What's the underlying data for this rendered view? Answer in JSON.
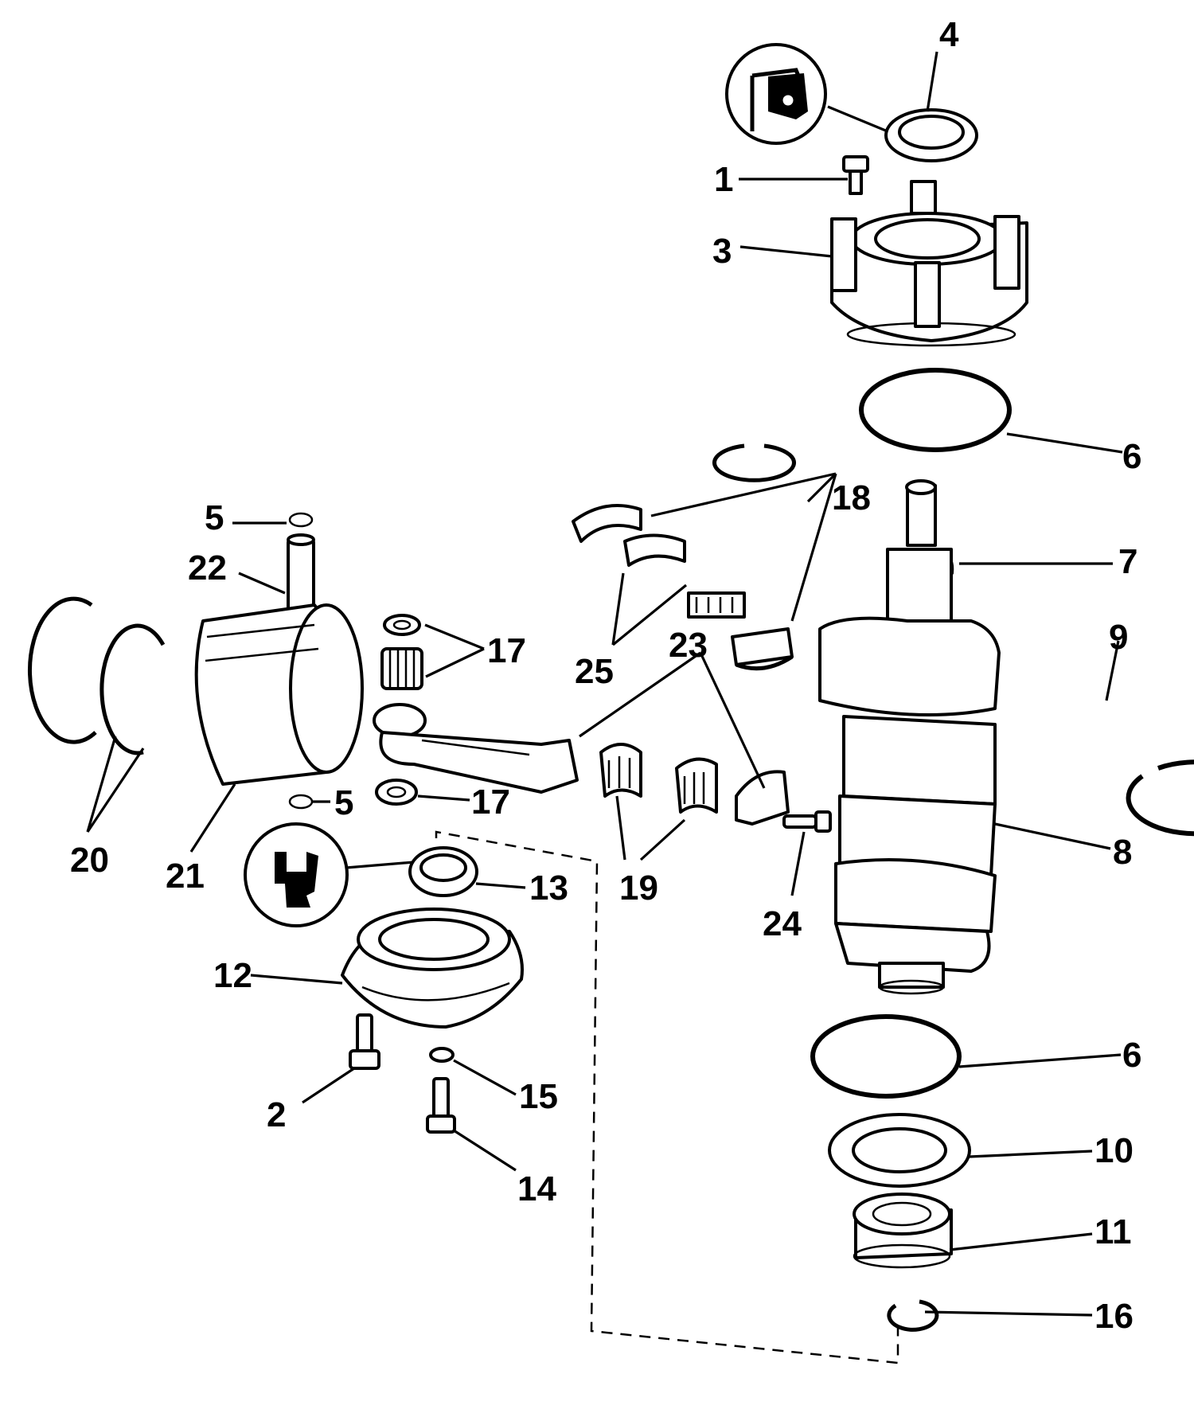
{
  "diagram": {
    "callouts": [
      {
        "id": "c1",
        "text": "1"
      },
      {
        "id": "c2",
        "text": "2"
      },
      {
        "id": "c3",
        "text": "3"
      },
      {
        "id": "c4",
        "text": "4"
      },
      {
        "id": "c5a",
        "text": "5"
      },
      {
        "id": "c5b",
        "text": "5"
      },
      {
        "id": "c6a",
        "text": "6"
      },
      {
        "id": "c6b",
        "text": "6"
      },
      {
        "id": "c7",
        "text": "7"
      },
      {
        "id": "c8",
        "text": "8"
      },
      {
        "id": "c9",
        "text": "9"
      },
      {
        "id": "c10",
        "text": "10"
      },
      {
        "id": "c11",
        "text": "11"
      },
      {
        "id": "c12",
        "text": "12"
      },
      {
        "id": "c13",
        "text": "13"
      },
      {
        "id": "c14",
        "text": "14"
      },
      {
        "id": "c15",
        "text": "15"
      },
      {
        "id": "c16",
        "text": "16"
      },
      {
        "id": "c17a",
        "text": "17"
      },
      {
        "id": "c17b",
        "text": "17"
      },
      {
        "id": "c18",
        "text": "18"
      },
      {
        "id": "c19",
        "text": "19"
      },
      {
        "id": "c20",
        "text": "20"
      },
      {
        "id": "c21",
        "text": "21"
      },
      {
        "id": "c22",
        "text": "22"
      },
      {
        "id": "c23",
        "text": "23"
      },
      {
        "id": "c24",
        "text": "24"
      },
      {
        "id": "c25",
        "text": "25"
      }
    ]
  }
}
